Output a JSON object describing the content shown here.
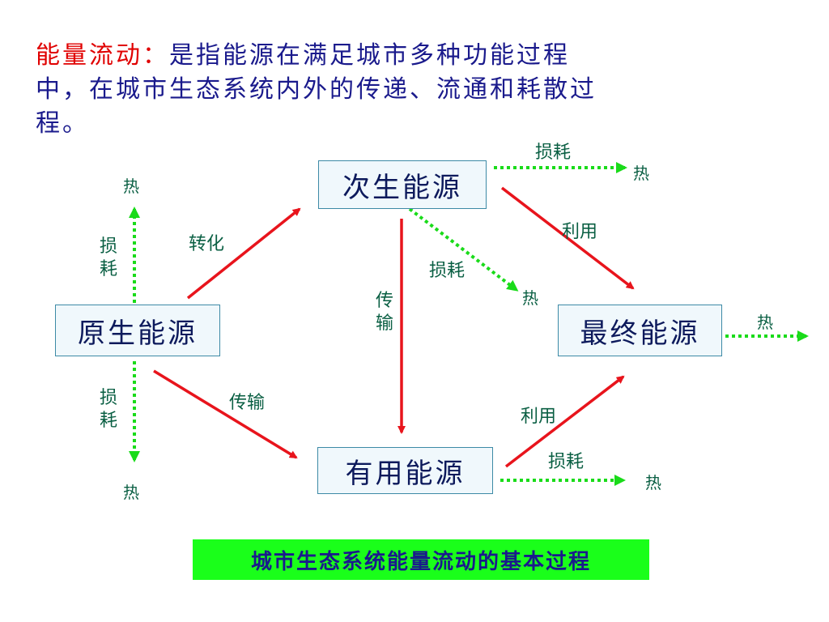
{
  "definition": {
    "term": "能量流动：",
    "text": "是指能源在满足城市多种功能过程中，在城市生态系统内外的传递、流通和耗散过程。"
  },
  "nodes": {
    "primary": "原生能源",
    "secondary": "次生能源",
    "useful": "有用能源",
    "final": "最终能源"
  },
  "flows": {
    "primary_to_secondary": "转化",
    "primary_to_useful": "传输",
    "secondary_to_useful": "传输",
    "secondary_to_final": "利用",
    "useful_to_final": "利用"
  },
  "losses": {
    "label": "损耗",
    "heat": "热"
  },
  "caption": "城市生态系统能量流动的基本过程",
  "colors": {
    "flow_arrow": "#e8141c",
    "loss_arrow": "#1adb1a",
    "label_text": "#0a5f43",
    "caption_bg": "#1aff1a"
  }
}
